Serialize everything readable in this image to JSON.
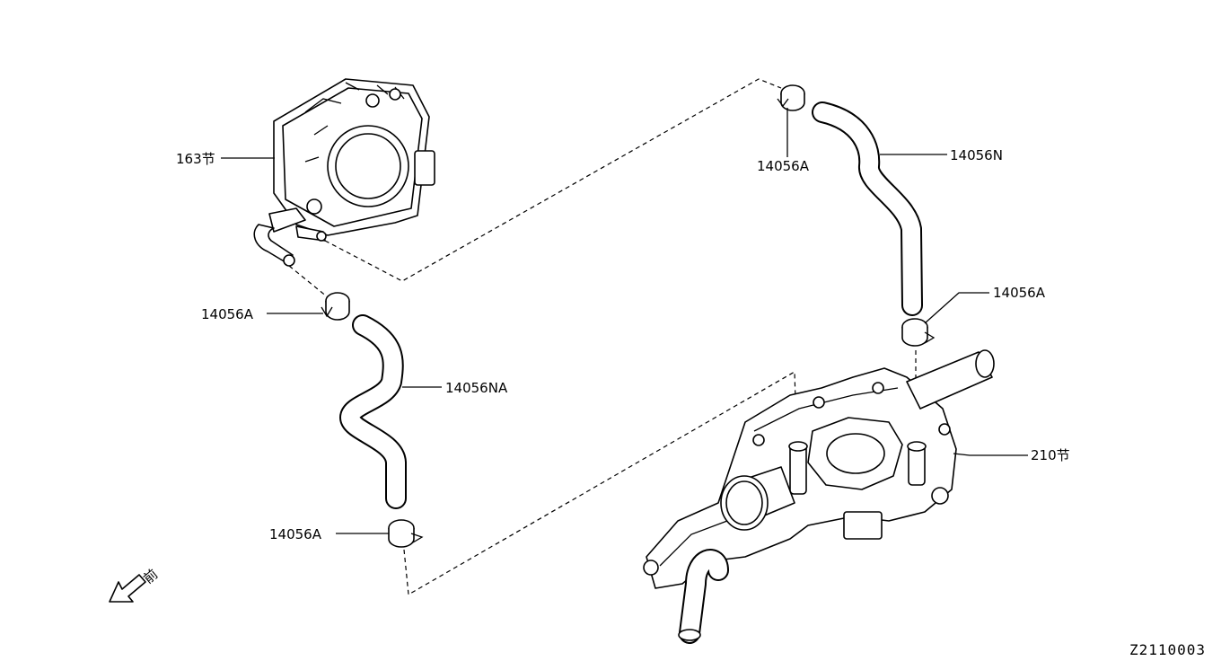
{
  "labels": {
    "throttle_body": "163节",
    "clip_top": "14056A",
    "hose_n": "14056N",
    "clip_right": "14056A",
    "clip_left_upper": "14056A",
    "hose_na": "14056NA",
    "clip_left_lower": "14056A",
    "water_outlet": "210节",
    "front_marker": "前",
    "diagram_id": "Z2110003"
  },
  "colors": {
    "line": "#000000",
    "background": "#ffffff"
  }
}
